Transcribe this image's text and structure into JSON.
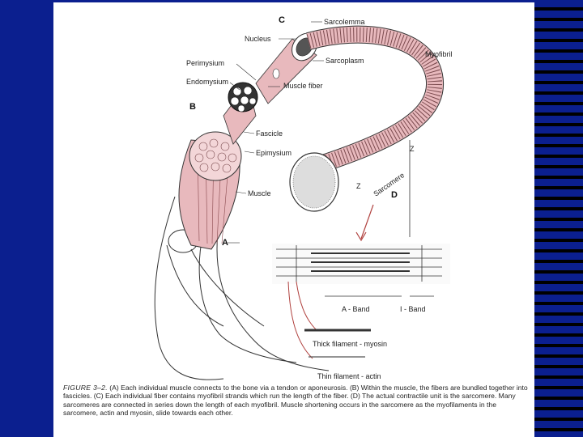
{
  "labels": {
    "sarcolemma": "Sarcolemma",
    "nucleus": "Nucleus",
    "perimysium": "Perimysium",
    "endomysium": "Endomysium",
    "muscle_fiber": "Muscle fiber",
    "sarcoplasm": "Sarcoplasm",
    "myofibril": "Myofibril",
    "fascicle": "Fascicle",
    "epimysium": "Epimysium",
    "muscle": "Muscle",
    "sarcomere": "Sarcomere",
    "z_upper": "Z",
    "z_lower": "Z",
    "a_band": "A - Band",
    "i_band": "I - Band",
    "thick_filament": "Thick filament - myosin",
    "thin_filament": "Thin filament - actin"
  },
  "panel_letters": {
    "a": "A",
    "b": "B",
    "c": "C",
    "d": "D"
  },
  "caption": {
    "figure_label": "FIGURE 3–2.",
    "text": "(A) Each individual muscle connects to the bone via a tendon or aponeurosis. (B) Within the muscle, the fibers are bundled together into fascicles. (C) Each individual fiber contains myofibril strands which run the length of the fiber. (D) The actual contractile unit is the sarcomere. Many sarcomeres are connected in series down the length of each myofibril. Muscle shortening occurs in the sarcomere as the myofilaments in the sarcomere, actin and myosin, slide towards each other."
  },
  "colors": {
    "background": "#0b1f8f",
    "stripe": "#000000",
    "panel": "#ffffff",
    "muscle_tint": "#e8b9bd",
    "line": "#333333",
    "arrow": "#b0413e"
  }
}
